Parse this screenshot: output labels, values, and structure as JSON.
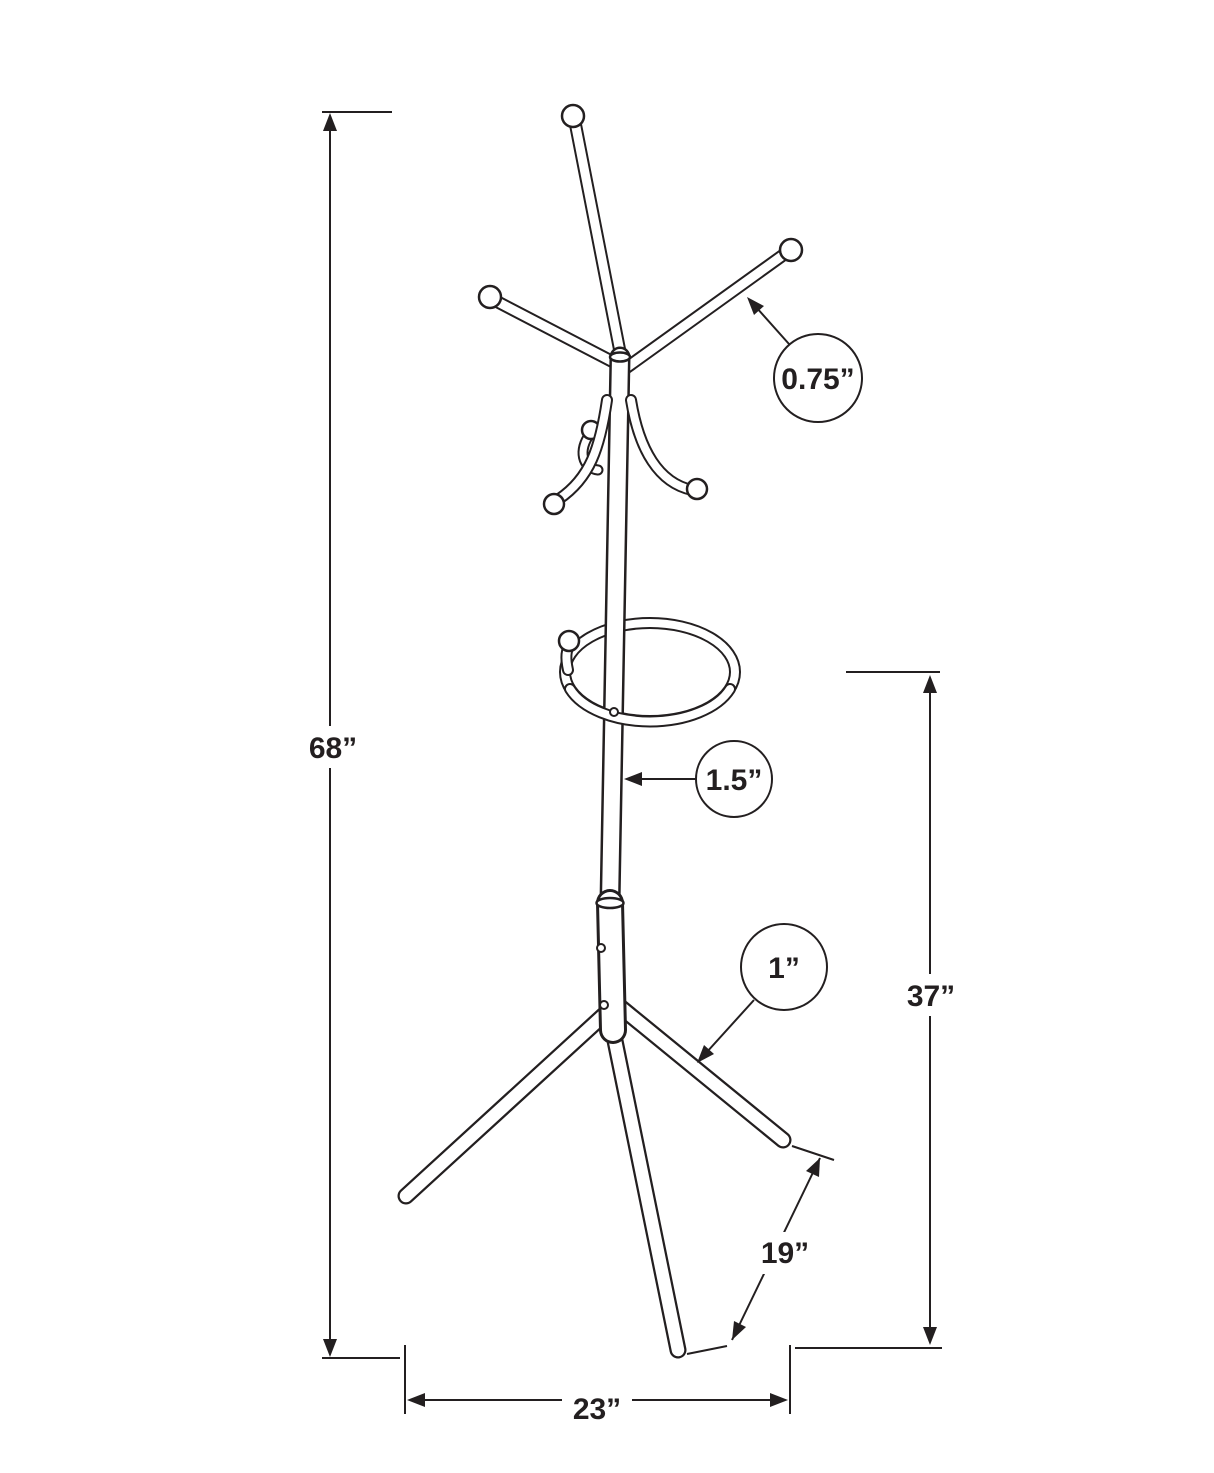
{
  "diagram": {
    "dimensions": {
      "overall_height": "68”",
      "pole_height": "37”",
      "base_width": "23”",
      "leg_length": "19”"
    },
    "callouts": {
      "hook_diameter": "0.75”",
      "pole_diameter": "1.5”",
      "leg_diameter": "1”"
    },
    "colors": {
      "line": "#231f20",
      "background": "#ffffff"
    }
  }
}
